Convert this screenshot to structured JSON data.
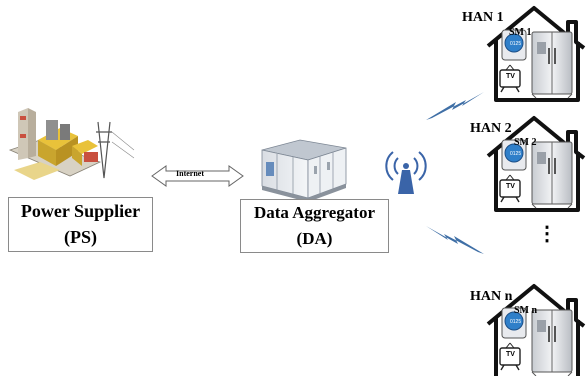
{
  "power_supplier": {
    "name": "Power Supplier",
    "abbr": "(PS)"
  },
  "data_aggregator": {
    "name": "Data Aggregator",
    "abbr": "(DA)"
  },
  "link_label": "Internet",
  "homes": [
    {
      "han": "HAN 1",
      "sm": "SM 1",
      "tv": "TV",
      "reading": "0125"
    },
    {
      "han": "HAN 2",
      "sm": "SM 2",
      "tv": "TV",
      "reading": "0125"
    },
    {
      "han": "HAN n",
      "sm": "SM n",
      "tv": "TV",
      "reading": "0125"
    }
  ],
  "ellipsis": "⋮",
  "icons": {
    "power_plant": "factory-icon",
    "aggregator": "server-cabinet-icon",
    "antenna": "antenna-icon",
    "wireless": "lightning-bolt-icon",
    "home": "house-icon",
    "meter": "smart-meter-icon",
    "fridge": "refrigerator-icon",
    "tv": "tv-icon"
  },
  "colors": {
    "bolt": "#3f6fa6",
    "antenna": "#3a64a8",
    "meter_face": "#2f7fc9",
    "arrow_outline": "#666666",
    "plant_yellow": "#e9c23a",
    "plant_red": "#c9503f"
  }
}
